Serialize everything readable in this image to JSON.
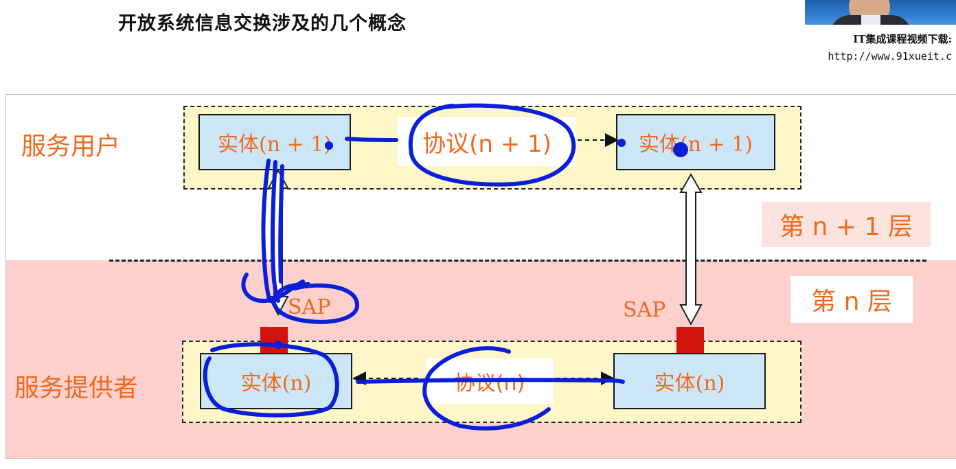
{
  "title": "开放系统信息交换涉及的几个概念",
  "watermark": {
    "line1": "IT集成课程视频下载:",
    "line2": "http://www.91xueit.c"
  },
  "diagram": {
    "service_user_label": "服务用户",
    "service_provider_label": "服务提供者",
    "entity_n1_left": "实体(n + 1)",
    "entity_n1_right": "实体(n + 1)",
    "entity_n_left": "实体(n)",
    "entity_n_right": "实体(n)",
    "protocol_n1": "协议(n + 1)",
    "protocol_n": "协议(n)",
    "layer_n1": "第 n + 1 层",
    "layer_n": "第 n 层",
    "sap_left": "SAP",
    "sap_right": "SAP"
  },
  "colors": {
    "accent_text": "#ee6a1e",
    "entity_fill": "#cde6f6",
    "row_fill": "#fdf6c8",
    "lower_band": "#fcd0cc",
    "sap_box": "#d0140c",
    "annotation_ink": "#0a1fd8"
  }
}
